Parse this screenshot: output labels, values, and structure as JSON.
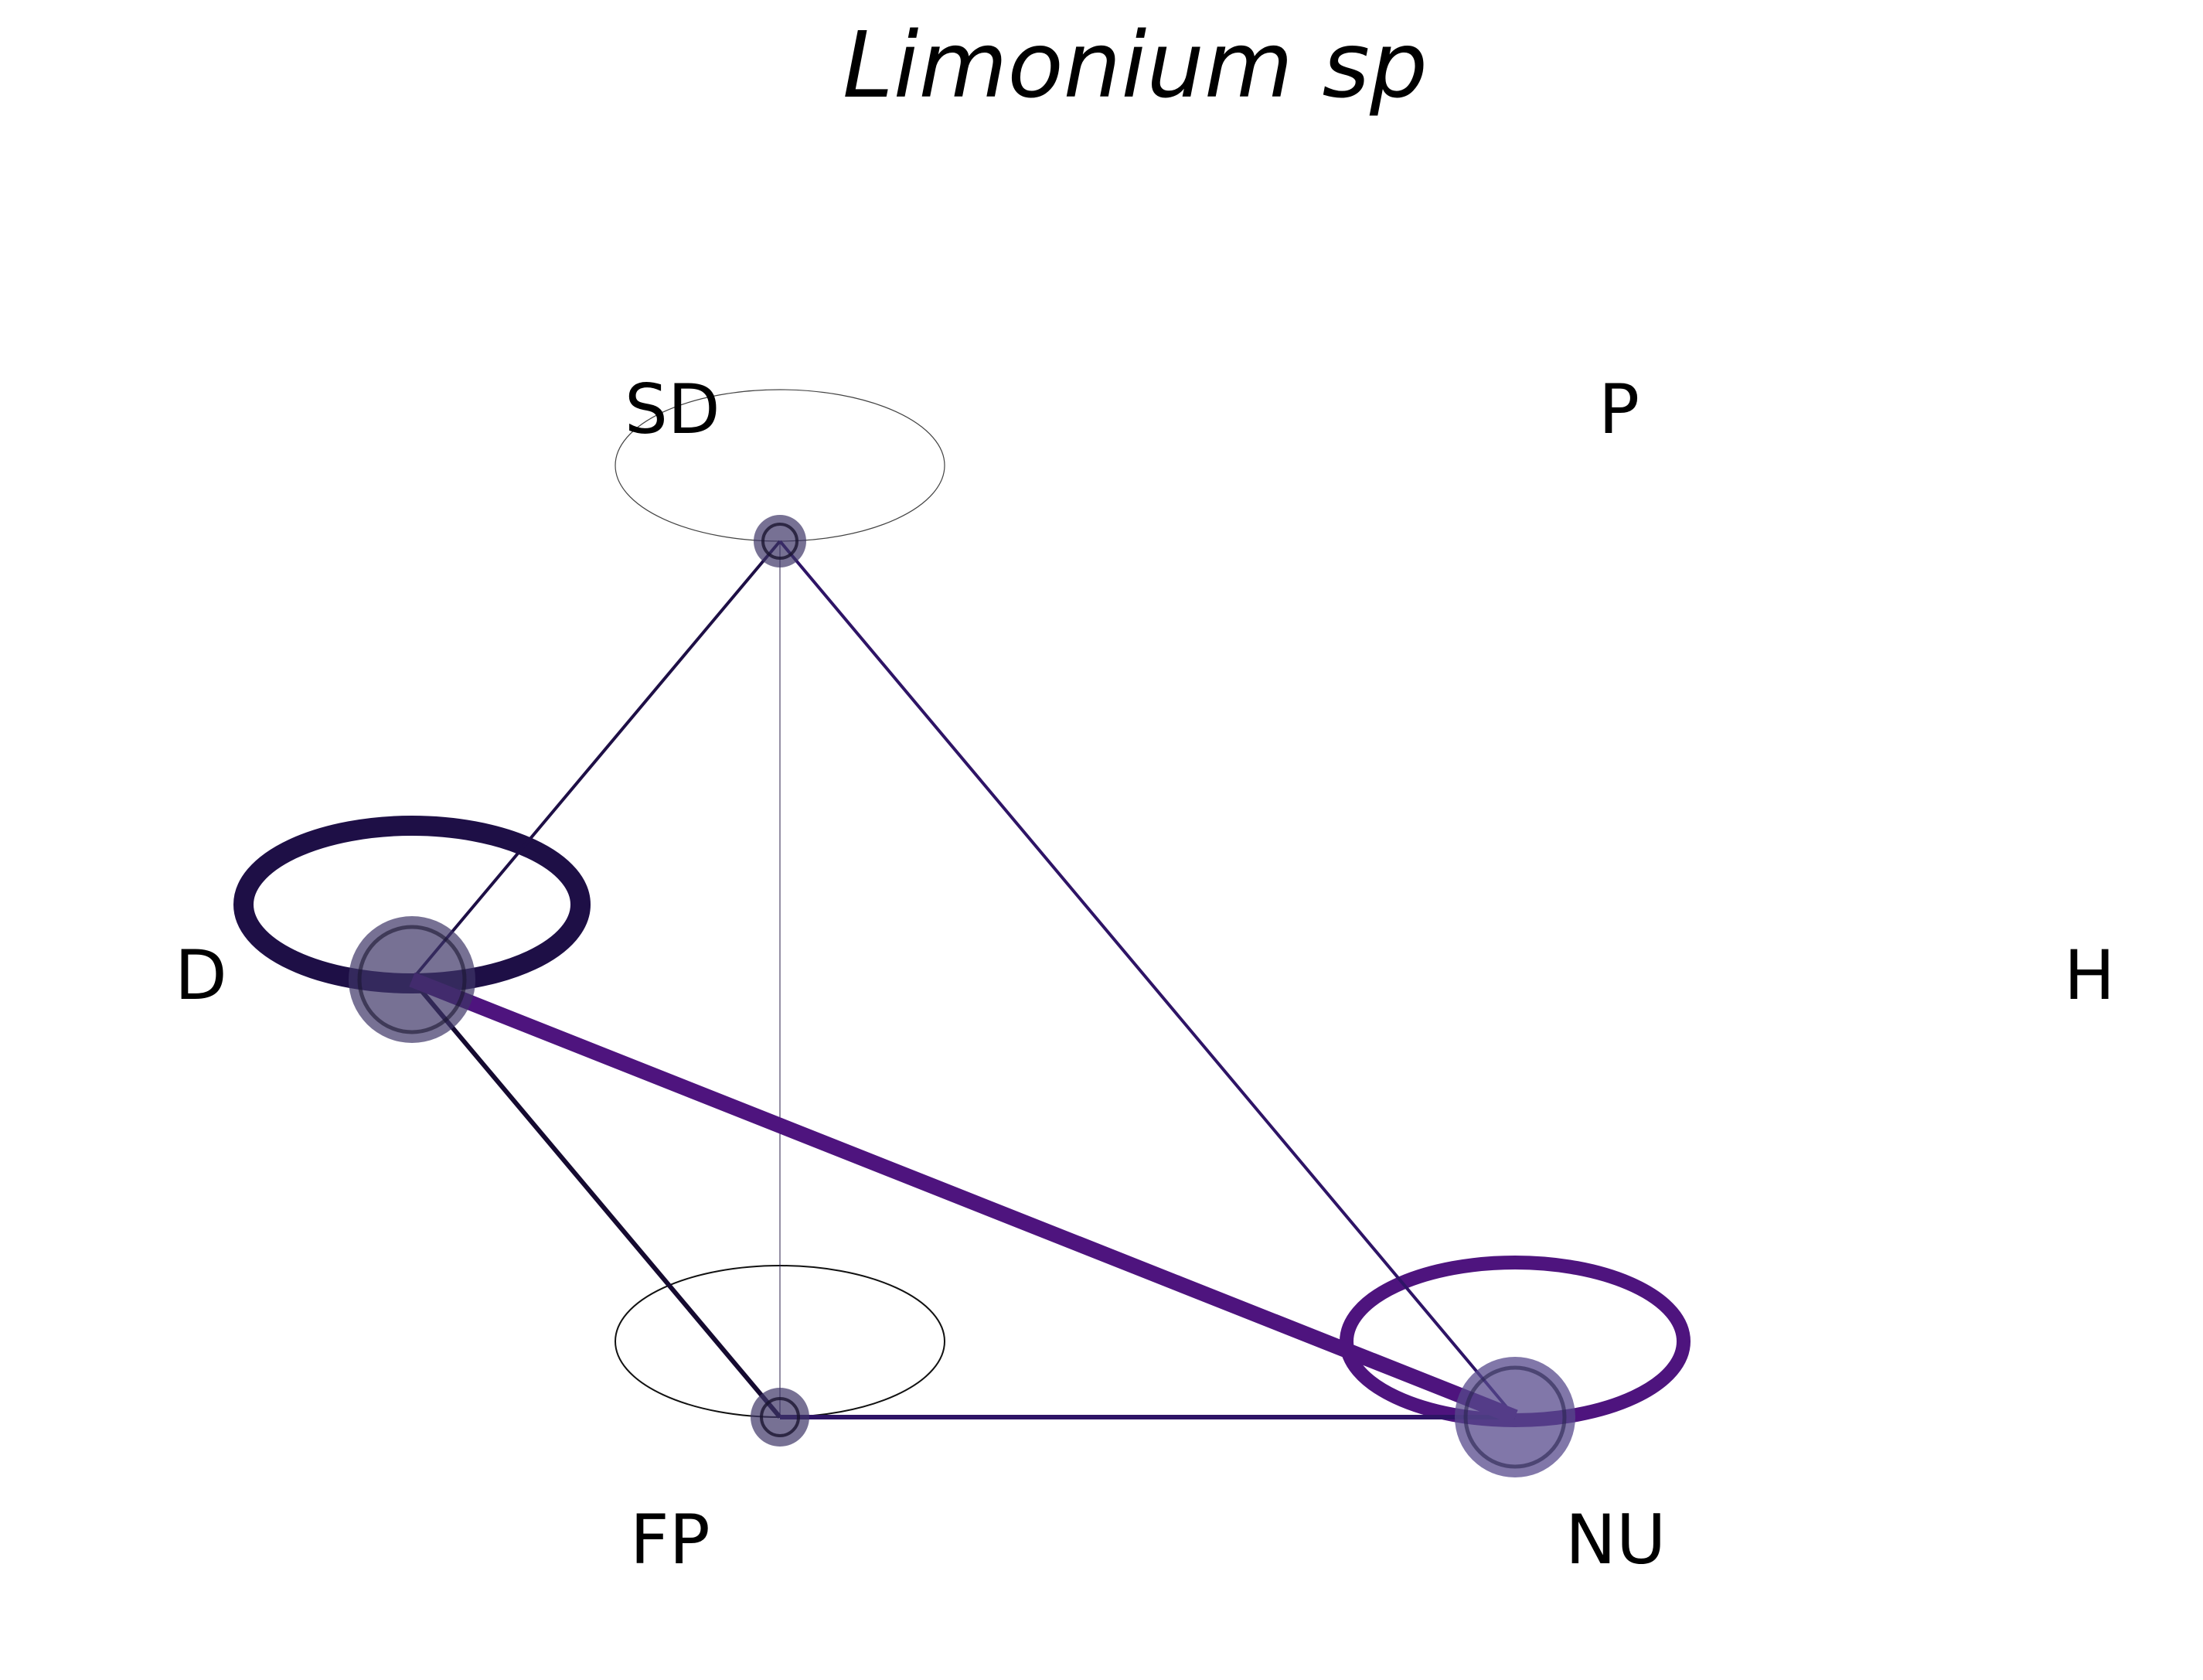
{
  "title": "Limonium sp",
  "colors": {
    "node_fill": "#3d3566",
    "dark_edge": "#1e0f46",
    "purple_edge": "#4e147e",
    "deep_edge": "#150a30",
    "thin_edge": "#2a1f4a"
  },
  "nodes": [
    {
      "id": "SD",
      "label": "SD"
    },
    {
      "id": "P",
      "label": "P"
    },
    {
      "id": "D",
      "label": "D"
    },
    {
      "id": "H",
      "label": "H"
    },
    {
      "id": "FP",
      "label": "FP"
    },
    {
      "id": "NU",
      "label": "NU"
    }
  ],
  "edges": [
    {
      "from": "SD",
      "to": "D",
      "weight": 1
    },
    {
      "from": "SD",
      "to": "NU",
      "weight": 1
    },
    {
      "from": "SD",
      "to": "FP",
      "weight": 0.3
    },
    {
      "from": "D",
      "to": "FP",
      "weight": 1.5
    },
    {
      "from": "D",
      "to": "NU",
      "weight": 4
    },
    {
      "from": "FP",
      "to": "NU",
      "weight": 1.5
    }
  ],
  "self_loops": [
    {
      "node": "SD",
      "weight": 0.4
    },
    {
      "node": "D",
      "weight": 6
    },
    {
      "node": "FP",
      "weight": 0.5
    },
    {
      "node": "NU",
      "weight": 4
    }
  ]
}
